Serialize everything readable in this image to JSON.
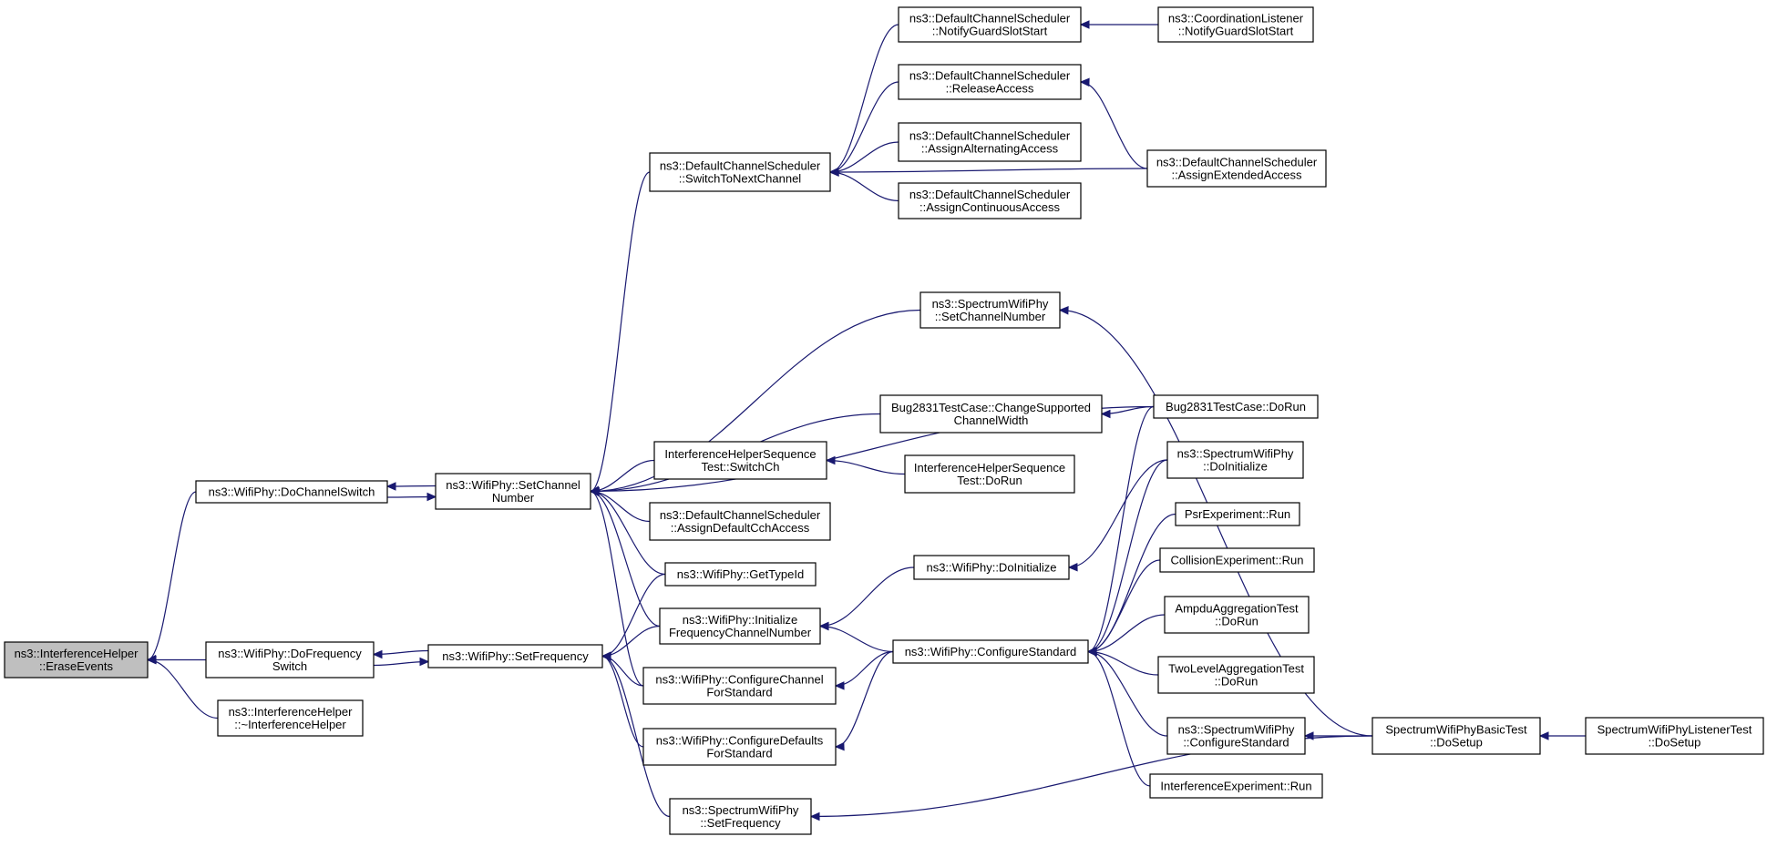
{
  "graph": {
    "colors": {
      "edge": "#191970",
      "root_fill": "#bfbfbf",
      "node_fill": "#ffffff",
      "border": "#000000"
    },
    "nodes": [
      {
        "id": "erase_events",
        "lines": [
          "ns3::InterferenceHelper",
          "::EraseEvents"
        ],
        "root": true
      },
      {
        "id": "do_channel_switch",
        "lines": [
          "ns3::WifiPhy::DoChannelSwitch"
        ]
      },
      {
        "id": "do_frequency_switch",
        "lines": [
          "ns3::WifiPhy::DoFrequency",
          "Switch"
        ]
      },
      {
        "id": "interference_helper_dtor",
        "lines": [
          "ns3::InterferenceHelper",
          "::~InterferenceHelper"
        ]
      },
      {
        "id": "set_channel_number",
        "lines": [
          "ns3::WifiPhy::SetChannel",
          "Number"
        ]
      },
      {
        "id": "set_frequency",
        "lines": [
          "ns3::WifiPhy::SetFrequency"
        ]
      },
      {
        "id": "switch_to_next_channel",
        "lines": [
          "ns3::DefaultChannelScheduler",
          "::SwitchToNextChannel"
        ]
      },
      {
        "id": "notify_guard_slot_start",
        "lines": [
          "ns3::DefaultChannelScheduler",
          "::NotifyGuardSlotStart"
        ]
      },
      {
        "id": "coord_notify_guard_slot_start",
        "lines": [
          "ns3::CoordinationListener",
          "::NotifyGuardSlotStart"
        ]
      },
      {
        "id": "release_access",
        "lines": [
          "ns3::DefaultChannelScheduler",
          "::ReleaseAccess"
        ]
      },
      {
        "id": "assign_alternating_access",
        "lines": [
          "ns3::DefaultChannelScheduler",
          "::AssignAlternatingAccess"
        ]
      },
      {
        "id": "assign_continuous_access",
        "lines": [
          "ns3::DefaultChannelScheduler",
          "::AssignContinuousAccess"
        ]
      },
      {
        "id": "assign_extended_access",
        "lines": [
          "ns3::DefaultChannelScheduler",
          "::AssignExtendedAccess"
        ]
      },
      {
        "id": "spectrum_set_channel_number",
        "lines": [
          "ns3::SpectrumWifiPhy",
          "::SetChannelNumber"
        ]
      },
      {
        "id": "bug2831_change_supported",
        "lines": [
          "Bug2831TestCase::ChangeSupported",
          "ChannelWidth"
        ]
      },
      {
        "id": "bug2831_do_run",
        "lines": [
          "Bug2831TestCase::DoRun"
        ]
      },
      {
        "id": "ihs_switch_ch",
        "lines": [
          "InterferenceHelperSequence",
          "Test::SwitchCh"
        ]
      },
      {
        "id": "ihs_do_run",
        "lines": [
          "InterferenceHelperSequence",
          "Test::DoRun"
        ]
      },
      {
        "id": "assign_default_cch_access",
        "lines": [
          "ns3::DefaultChannelScheduler",
          "::AssignDefaultCchAccess"
        ]
      },
      {
        "id": "get_type_id",
        "lines": [
          "ns3::WifiPhy::GetTypeId"
        ]
      },
      {
        "id": "initialize_frequency_channel_number",
        "lines": [
          "ns3::WifiPhy::Initialize",
          "FrequencyChannelNumber"
        ]
      },
      {
        "id": "configure_channel_for_standard",
        "lines": [
          "ns3::WifiPhy::ConfigureChannel",
          "ForStandard"
        ]
      },
      {
        "id": "configure_defaults_for_standard",
        "lines": [
          "ns3::WifiPhy::ConfigureDefaults",
          "ForStandard"
        ]
      },
      {
        "id": "spectrum_set_frequency",
        "lines": [
          "ns3::SpectrumWifiPhy",
          "::SetFrequency"
        ]
      },
      {
        "id": "wifiphy_do_initialize",
        "lines": [
          "ns3::WifiPhy::DoInitialize"
        ]
      },
      {
        "id": "configure_standard",
        "lines": [
          "ns3::WifiPhy::ConfigureStandard"
        ]
      },
      {
        "id": "spectrum_do_initialize",
        "lines": [
          "ns3::SpectrumWifiPhy",
          "::DoInitialize"
        ]
      },
      {
        "id": "psr_experiment_run",
        "lines": [
          "PsrExperiment::Run"
        ]
      },
      {
        "id": "collision_experiment_run",
        "lines": [
          "CollisionExperiment::Run"
        ]
      },
      {
        "id": "ampdu_aggregation_do_run",
        "lines": [
          "AmpduAggregationTest",
          "::DoRun"
        ]
      },
      {
        "id": "two_level_aggregation_do_run",
        "lines": [
          "TwoLevelAggregationTest",
          "::DoRun"
        ]
      },
      {
        "id": "spectrum_configure_standard",
        "lines": [
          "ns3::SpectrumWifiPhy",
          "::ConfigureStandard"
        ]
      },
      {
        "id": "interference_experiment_run",
        "lines": [
          "InterferenceExperiment::Run"
        ]
      },
      {
        "id": "spectrum_basic_do_setup",
        "lines": [
          "SpectrumWifiPhyBasicTest",
          "::DoSetup"
        ]
      },
      {
        "id": "spectrum_listener_do_setup",
        "lines": [
          "SpectrumWifiPhyListenerTest",
          "::DoSetup"
        ]
      }
    ],
    "edges": [
      {
        "from": "erase_events",
        "to": "do_channel_switch"
      },
      {
        "from": "erase_events",
        "to": "do_frequency_switch"
      },
      {
        "from": "erase_events",
        "to": "interference_helper_dtor"
      },
      {
        "from": "do_channel_switch",
        "to": "set_channel_number"
      },
      {
        "from": "set_channel_number",
        "to": "do_channel_switch"
      },
      {
        "from": "do_frequency_switch",
        "to": "set_frequency"
      },
      {
        "from": "set_frequency",
        "to": "do_frequency_switch"
      },
      {
        "from": "set_channel_number",
        "to": "switch_to_next_channel"
      },
      {
        "from": "set_channel_number",
        "to": "spectrum_set_channel_number"
      },
      {
        "from": "set_channel_number",
        "to": "bug2831_do_run"
      },
      {
        "from": "set_channel_number",
        "to": "bug2831_change_supported"
      },
      {
        "from": "set_channel_number",
        "to": "ihs_switch_ch"
      },
      {
        "from": "set_channel_number",
        "to": "assign_default_cch_access"
      },
      {
        "from": "set_channel_number",
        "to": "get_type_id"
      },
      {
        "from": "set_channel_number",
        "to": "initialize_frequency_channel_number"
      },
      {
        "from": "set_channel_number",
        "to": "configure_channel_for_standard"
      },
      {
        "from": "switch_to_next_channel",
        "to": "notify_guard_slot_start"
      },
      {
        "from": "switch_to_next_channel",
        "to": "release_access"
      },
      {
        "from": "switch_to_next_channel",
        "to": "assign_alternating_access"
      },
      {
        "from": "switch_to_next_channel",
        "to": "assign_continuous_access"
      },
      {
        "from": "switch_to_next_channel",
        "to": "assign_extended_access"
      },
      {
        "from": "notify_guard_slot_start",
        "to": "coord_notify_guard_slot_start"
      },
      {
        "from": "release_access",
        "to": "assign_extended_access"
      },
      {
        "from": "spectrum_set_channel_number",
        "to": "spectrum_basic_do_setup"
      },
      {
        "from": "bug2831_change_supported",
        "to": "bug2831_do_run"
      },
      {
        "from": "ihs_switch_ch",
        "to": "ihs_do_run"
      },
      {
        "from": "set_frequency",
        "to": "get_type_id"
      },
      {
        "from": "set_frequency",
        "to": "initialize_frequency_channel_number"
      },
      {
        "from": "set_frequency",
        "to": "configure_channel_for_standard"
      },
      {
        "from": "set_frequency",
        "to": "configure_defaults_for_standard"
      },
      {
        "from": "set_frequency",
        "to": "spectrum_set_frequency"
      },
      {
        "from": "initialize_frequency_channel_number",
        "to": "wifiphy_do_initialize"
      },
      {
        "from": "initialize_frequency_channel_number",
        "to": "configure_standard"
      },
      {
        "from": "configure_channel_for_standard",
        "to": "configure_standard"
      },
      {
        "from": "configure_defaults_for_standard",
        "to": "configure_standard"
      },
      {
        "from": "spectrum_set_frequency",
        "to": "spectrum_basic_do_setup"
      },
      {
        "from": "wifiphy_do_initialize",
        "to": "spectrum_do_initialize"
      },
      {
        "from": "configure_standard",
        "to": "bug2831_do_run"
      },
      {
        "from": "configure_standard",
        "to": "spectrum_do_initialize"
      },
      {
        "from": "configure_standard",
        "to": "psr_experiment_run"
      },
      {
        "from": "configure_standard",
        "to": "collision_experiment_run"
      },
      {
        "from": "configure_standard",
        "to": "ampdu_aggregation_do_run"
      },
      {
        "from": "configure_standard",
        "to": "two_level_aggregation_do_run"
      },
      {
        "from": "configure_standard",
        "to": "spectrum_configure_standard"
      },
      {
        "from": "configure_standard",
        "to": "interference_experiment_run"
      },
      {
        "from": "spectrum_configure_standard",
        "to": "spectrum_basic_do_setup"
      },
      {
        "from": "spectrum_basic_do_setup",
        "to": "spectrum_listener_do_setup"
      }
    ]
  }
}
